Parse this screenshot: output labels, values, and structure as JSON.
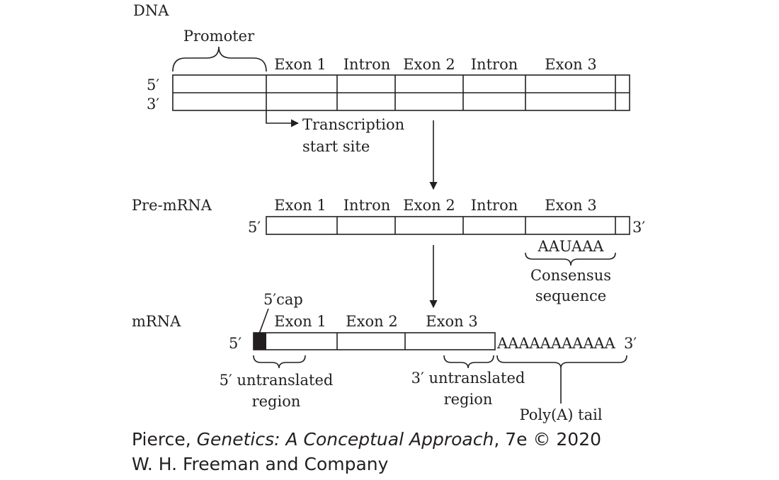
{
  "dna": {
    "title": "DNA",
    "promoter": "Promoter",
    "strand_top": "5′",
    "strand_bottom": "3′",
    "segments": [
      "Exon 1",
      "Intron",
      "Exon 2",
      "Intron",
      "Exon 3"
    ],
    "tss_line1": "Transcription",
    "tss_line2": "start site"
  },
  "pre_mrna": {
    "title": "Pre-mRNA",
    "end5": "5′",
    "end3": "3′",
    "segments": [
      "Exon 1",
      "Intron",
      "Exon 2",
      "Intron",
      "Exon 3"
    ],
    "signal": "AAUAAA",
    "consensus_line1": "Consensus",
    "consensus_line2": "sequence"
  },
  "mrna": {
    "title": "mRNA",
    "cap": "5′cap",
    "end5": "5′",
    "end3": "3′",
    "segments": [
      "Exon 1",
      "Exon 2",
      "Exon 3"
    ],
    "polya": "AAAAAAAAAAA",
    "utr5_line1": "5′ untranslated",
    "utr5_line2": "region",
    "utr3_line1": "3′ untranslated",
    "utr3_line2": "region",
    "tail": "Poly(A) tail"
  },
  "credit": {
    "author": "Pierce, ",
    "book": "Genetics: A Conceptual Approach",
    "edition": ", 7e © 2020",
    "publisher": "W. H. Freeman and Company"
  }
}
